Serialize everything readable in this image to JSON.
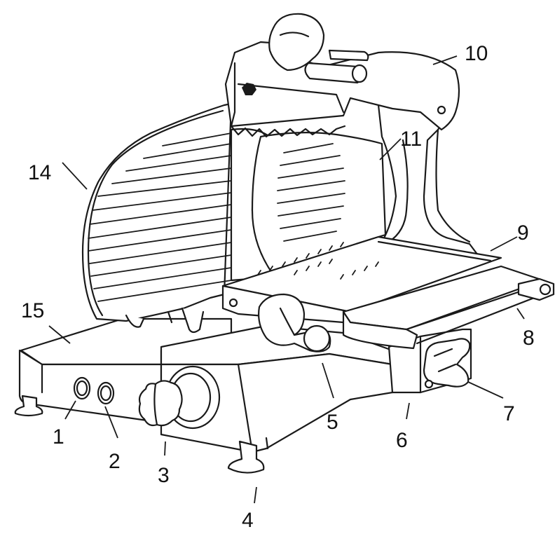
{
  "labels": {
    "l1": "1",
    "l2": "2",
    "l3": "3",
    "l4": "4",
    "l5": "5",
    "l6": "6",
    "l7": "7",
    "l8": "8",
    "l9": "9",
    "l10": "10",
    "l11": "11",
    "l14": "14",
    "l15": "15"
  }
}
